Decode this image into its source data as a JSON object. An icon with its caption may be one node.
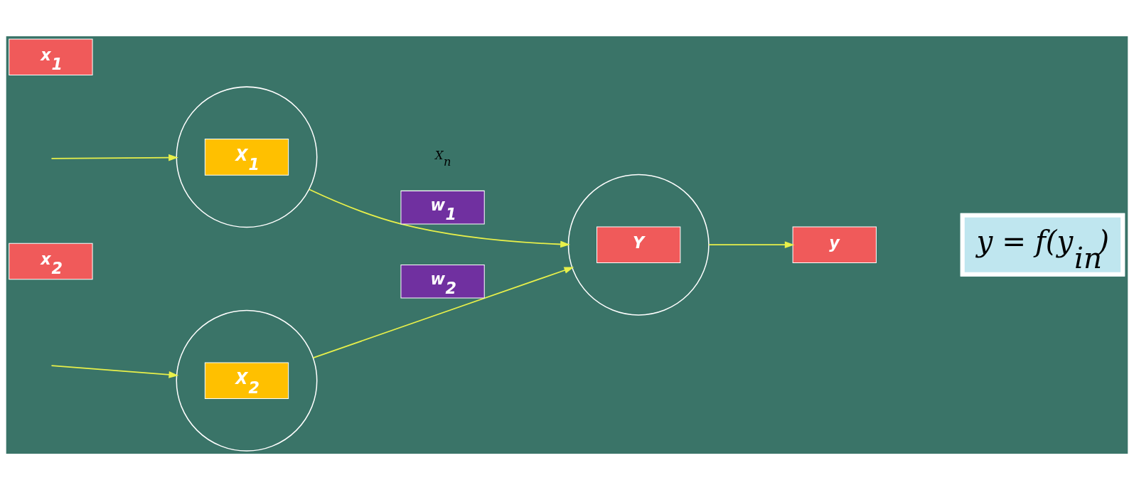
{
  "diagram": {
    "nodes": [
      {
        "text": [
          "X$_{1}$"
        ]
      },
      {
        "text": [
          "X$_{2}$"
        ]
      },
      {
        "text": [
          "Y"
        ]
      },
      {
        "text": [
          "y"
        ]
      },
      {
        "text": [
          "y = f(y$_{in}$)"
        ]
      },
      {
        "text": [
          "x$_{1}$"
        ]
      },
      {
        "text": [
          "x$_{2}$"
        ]
      }
    ],
    "edges": [
      {
        "from": null,
        "to": 0,
        "arrow": "to"
      },
      {
        "from": null,
        "to": 1,
        "arrow": "to"
      },
      {
        "from": 0,
        "to": 2,
        "arrow": "to",
        "label": "w$_{1}$"
      },
      {
        "from": 1,
        "to": 2,
        "arrow": "to",
        "label": "w$_{2}$"
      },
      {
        "from": 2,
        "to": 3,
        "arrow": "to"
      }
    ],
    "labels": [
      "X$_{n}$"
    ]
  }
}
